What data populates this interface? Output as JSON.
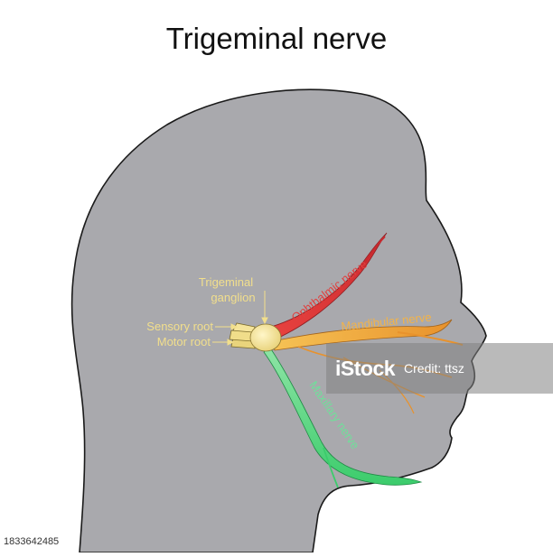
{
  "title": "Trigeminal nerve",
  "labels": {
    "trigeminal_ganglion_line1": "Trigeminal",
    "trigeminal_ganglion_line2": "ganglion",
    "sensory_root": "Sensory root",
    "motor_root": "Motor root",
    "ophthalmic_nerve": "Ophthalmic nerve",
    "mandibular_nerve": "Mandibular nerve",
    "maxillary_nerve": "Maxillary nerve"
  },
  "watermark": {
    "logo": "iStock",
    "credit": "Credit: ttsz"
  },
  "image_id": "1833642485",
  "colors": {
    "head_fill": "#a9a9ad",
    "label_yellow": "#f2df8c",
    "ophthalmic": "#e0403f",
    "mandibular": "#f2a13a",
    "maxillary": "#5fd48a",
    "ganglion": "#f5e49a"
  }
}
